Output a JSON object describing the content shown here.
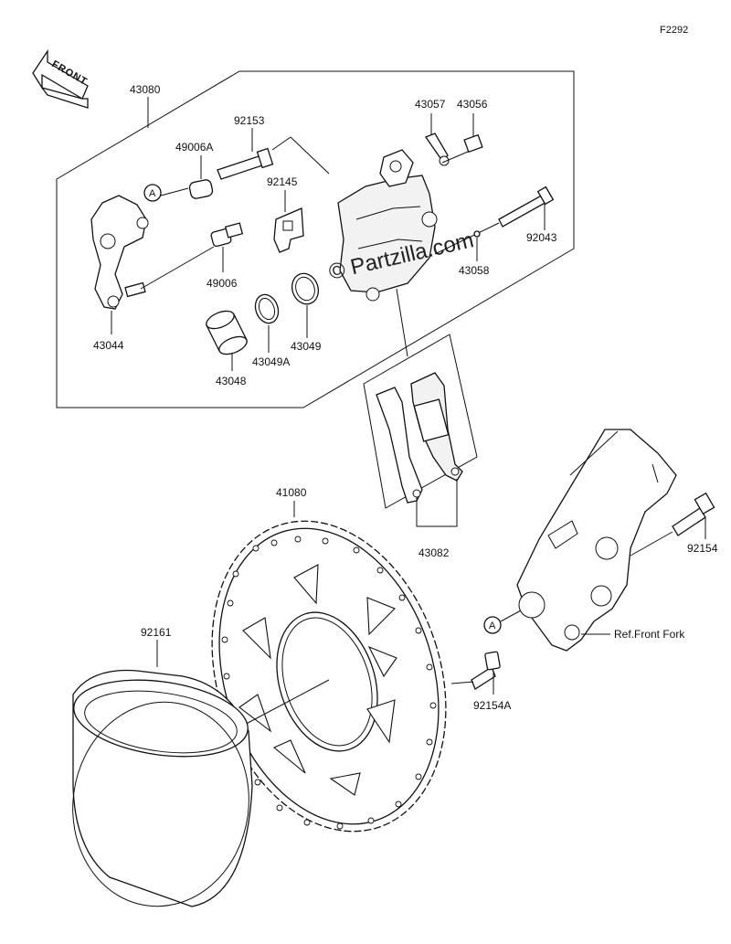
{
  "figure_code": "F2292",
  "front_label": "FRONT",
  "watermark": "© Partzilla.com",
  "ref_label": "Ref.Front Fork",
  "ref_marker": "A",
  "parts": {
    "p43080": "43080",
    "p92153": "92153",
    "p49006A": "49006A",
    "p92145": "92145",
    "p43057": "43057",
    "p43056": "43056",
    "p92043": "92043",
    "p43058": "43058",
    "p49006": "49006",
    "p43044": "43044",
    "p43049": "43049",
    "p43049A": "43049A",
    "p43048": "43048",
    "p43082": "43082",
    "p41080": "41080",
    "p92154": "92154",
    "p92161": "92161",
    "p92154A": "92154A"
  }
}
